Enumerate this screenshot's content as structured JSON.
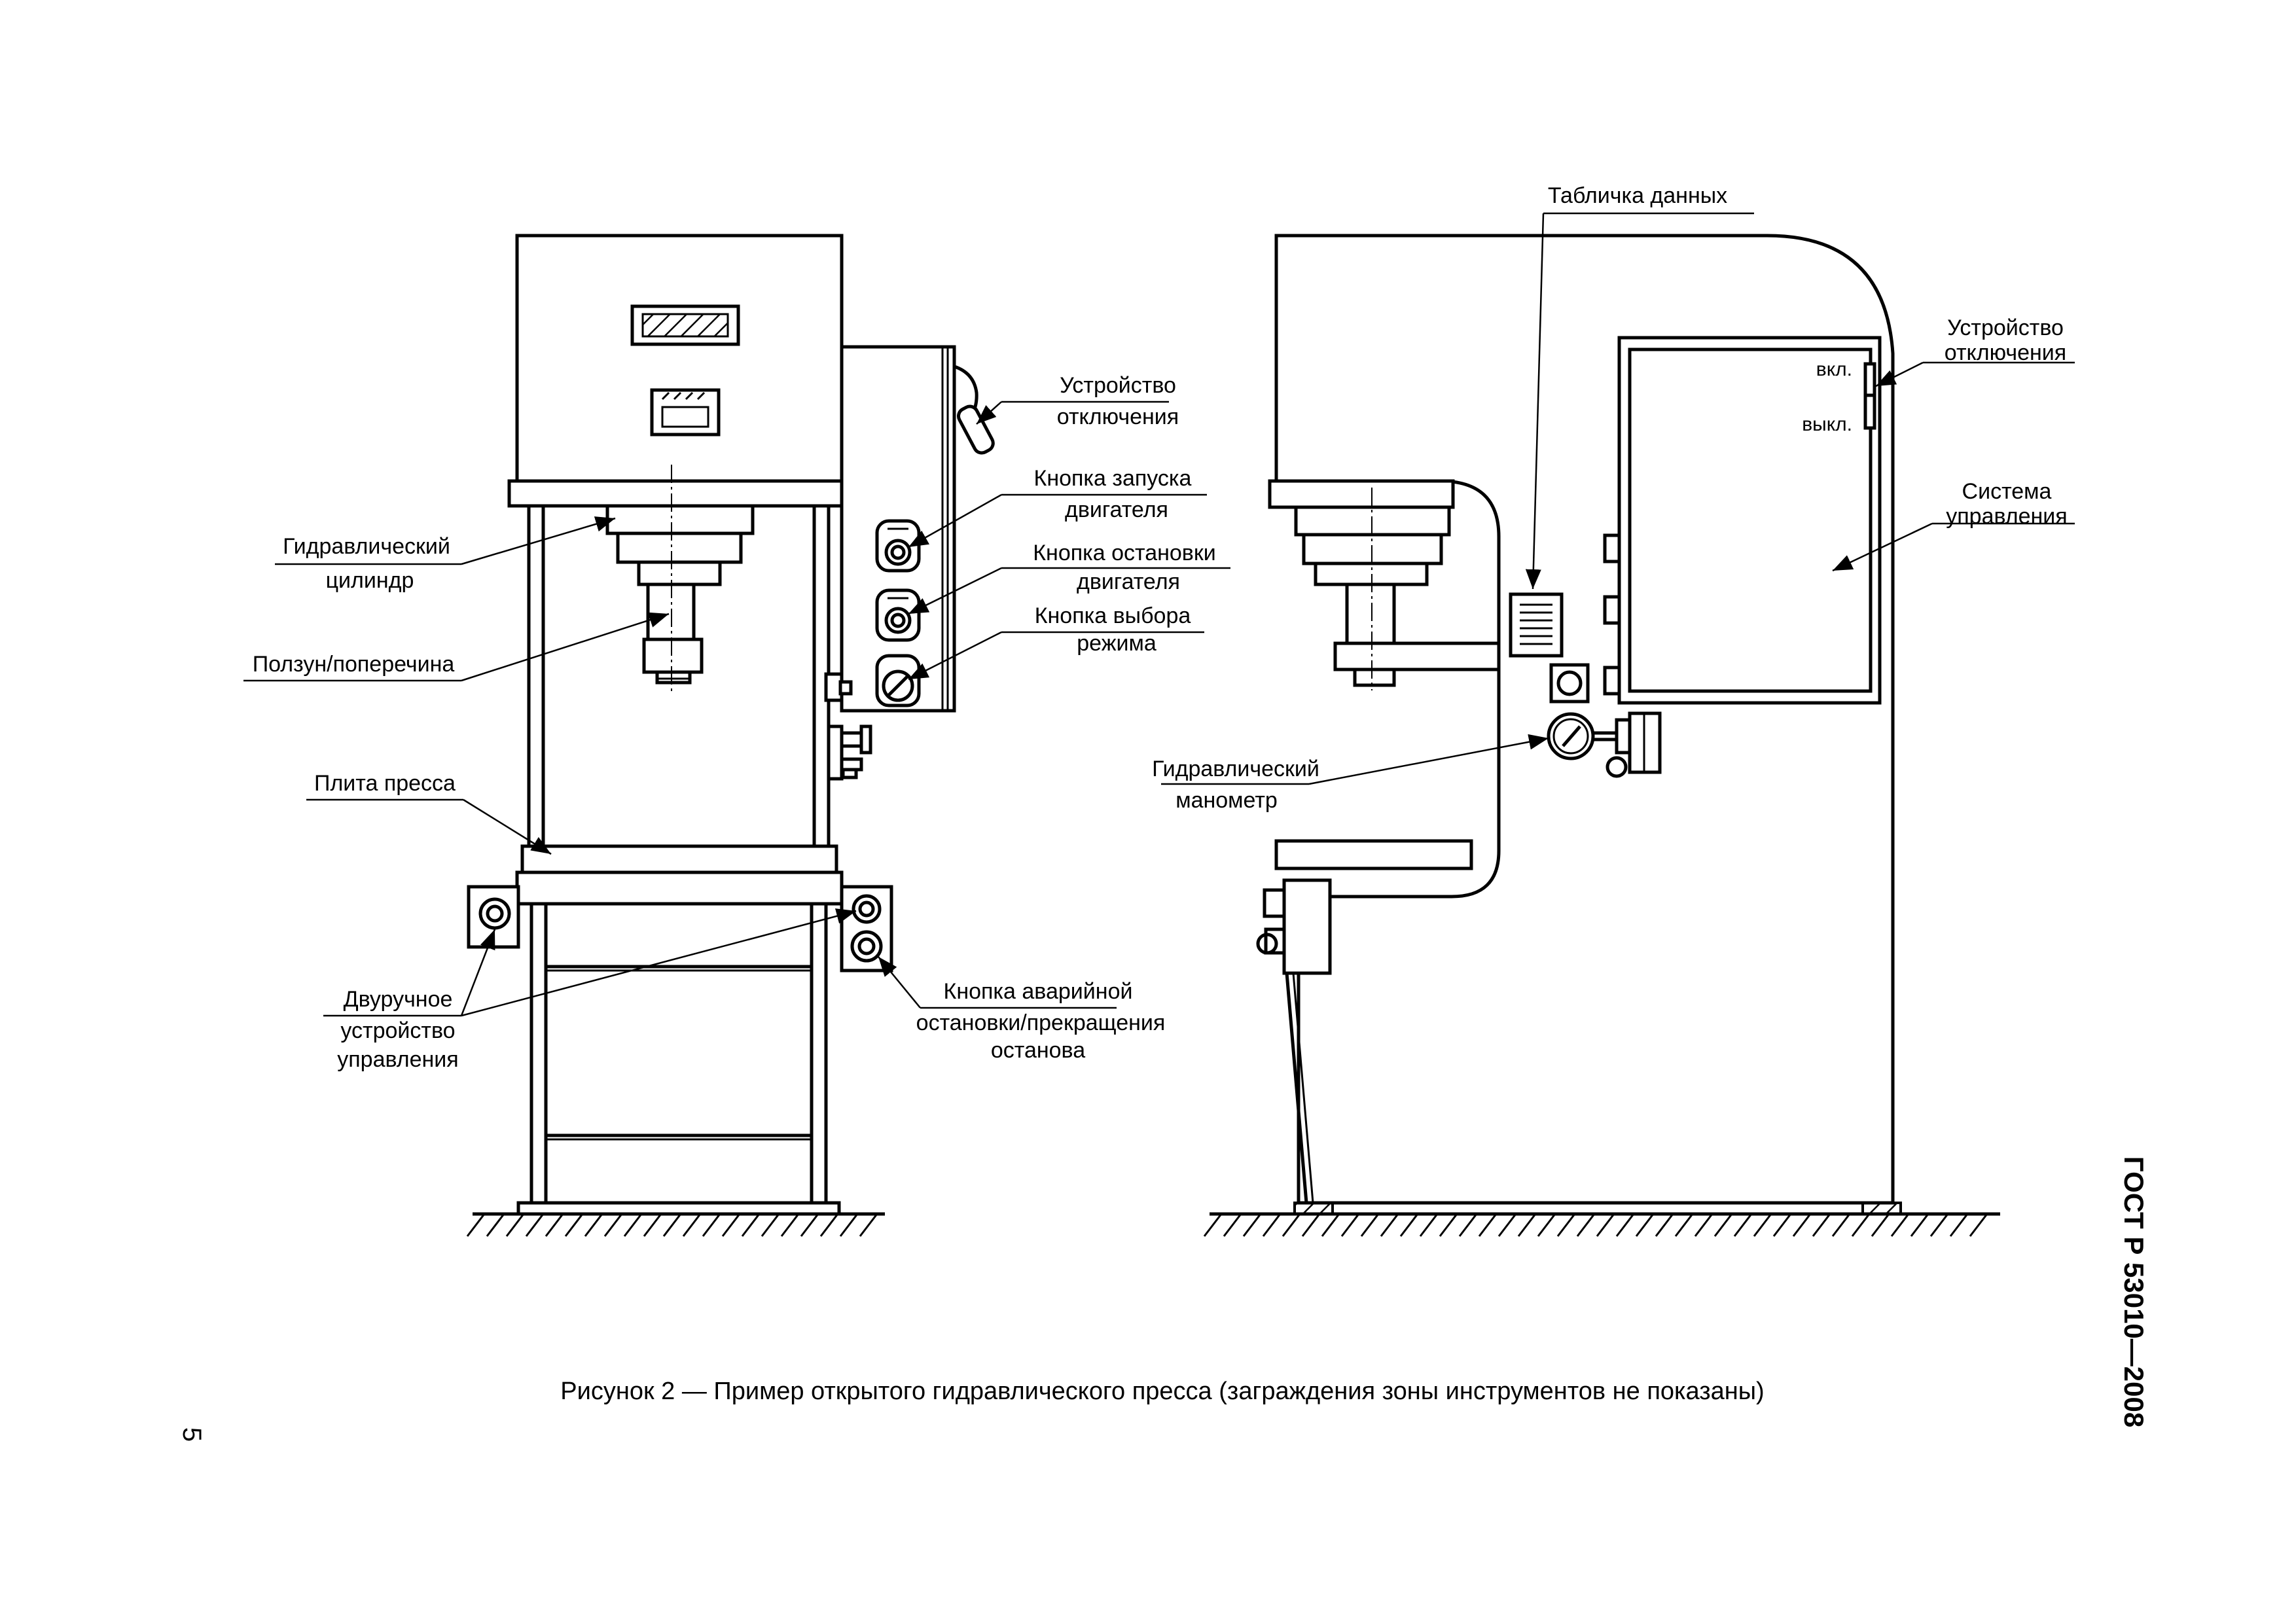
{
  "labels": {
    "hydraulic_cylinder": [
      "Гидравлический",
      "цилиндр"
    ],
    "slider_crossbar": "Ползун/поперечина",
    "press_plate": "Плита пресса",
    "two_hand_control": [
      "Двуручное",
      "устройство",
      "управления"
    ],
    "disconnect_left": [
      "Устройство",
      "отключения"
    ],
    "motor_start": [
      "Кнопка запуска",
      "двигателя"
    ],
    "motor_stop": [
      "Кнопка остановки",
      "двигателя"
    ],
    "mode_select": [
      "Кнопка выбора",
      "режима"
    ],
    "emergency_stop": [
      "Кнопка аварийной",
      "остановки/прекращения",
      "останова"
    ],
    "data_plate": "Табличка данных",
    "disconnect_right": [
      "Устройство",
      "отключения"
    ],
    "switch_on": "вкл.",
    "switch_off": "выкл.",
    "control_system": [
      "Система",
      "управления"
    ],
    "pressure_gauge": [
      "Гидравлический",
      "манометр"
    ]
  },
  "caption": "Рисунок 2 — Пример открытого гидравлического пресса (заграждения зоны инструментов не показаны)",
  "standard": "ГОСТ Р 53010—2008",
  "page_number": "5"
}
